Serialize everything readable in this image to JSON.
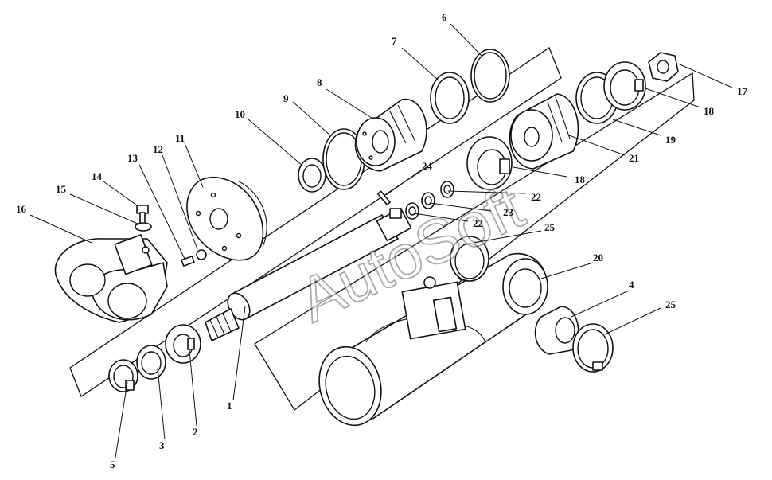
{
  "watermark": "AutoSoft",
  "callouts": [
    "1",
    "2",
    "3",
    "4",
    "5",
    "6",
    "7",
    "8",
    "9",
    "10",
    "11",
    "12",
    "13",
    "14",
    "15",
    "16",
    "17",
    "18",
    "19",
    "20",
    "21",
    "22",
    "23",
    "24",
    "25"
  ],
  "extra_callouts": {
    "label_18_second": "18",
    "label_22_second": "22",
    "label_25_second": "25"
  },
  "colors": {
    "line": "#111111",
    "background": "#ffffff",
    "watermark_outline": "#666666"
  }
}
